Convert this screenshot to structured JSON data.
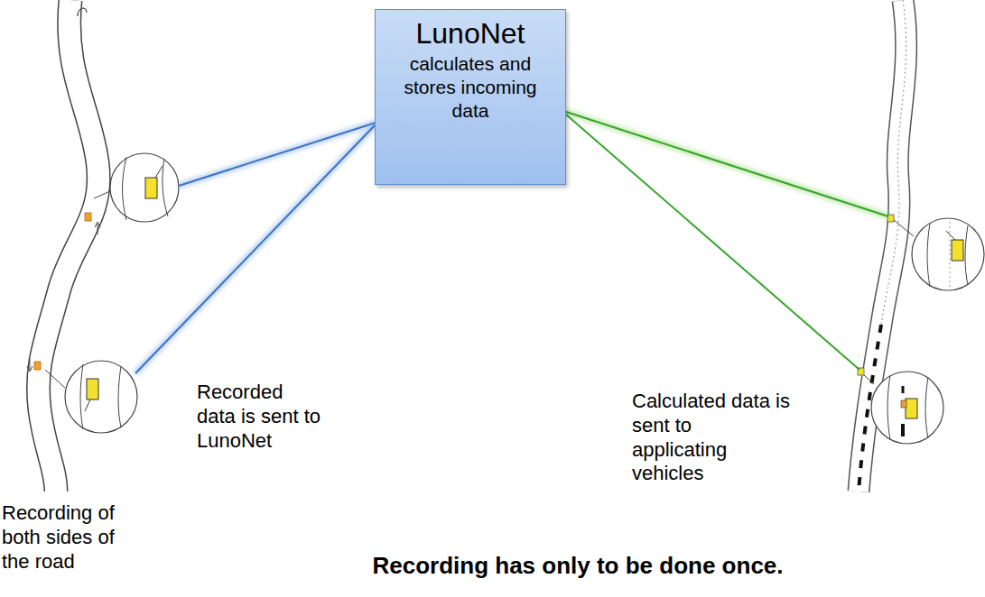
{
  "diagram": {
    "caption": "Recording has only to be done once.",
    "nodes": [
      {
        "text": [
          "LunoNet",
          "calculates and stores incoming data"
        ]
      }
    ],
    "labels": [
      "Recorded data is sent to LunoNet",
      "Calculated data is sent to applicating vehicles",
      "Recording of both sides of the road"
    ]
  }
}
